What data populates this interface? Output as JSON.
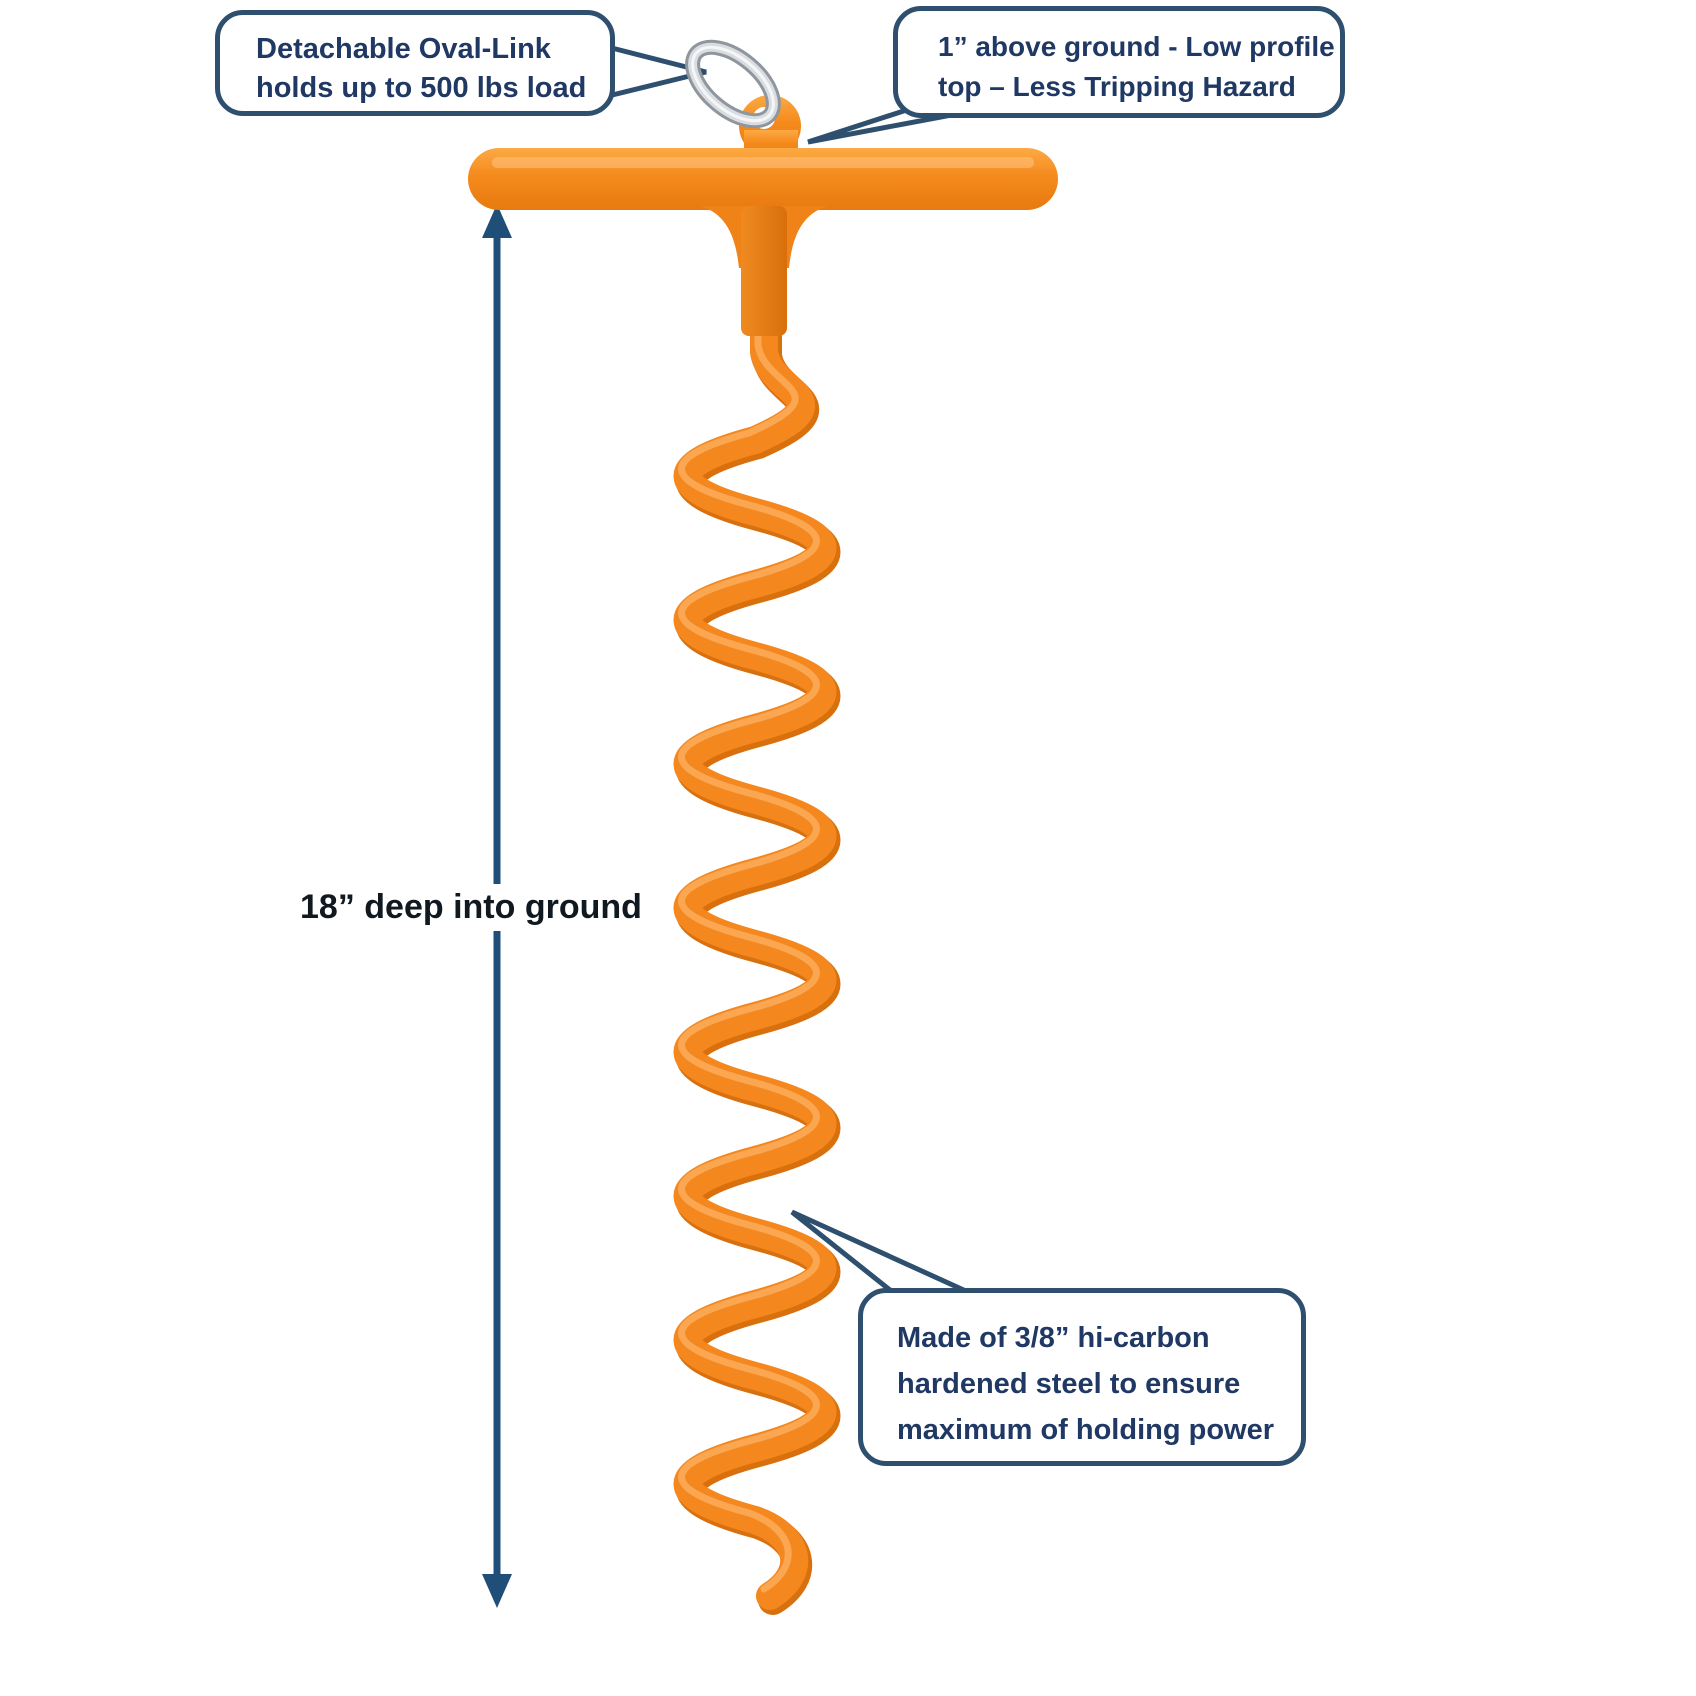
{
  "callouts": {
    "oval_link": {
      "lines": [
        "Detachable Oval-Link",
        "holds up to 500 lbs load"
      ]
    },
    "low_profile": {
      "lines": [
        "1” above ground - Low profile",
        "top – Less Tripping Hazard"
      ]
    },
    "material": {
      "lines": [
        "Made of 3/8” hi-carbon",
        "hardened steel to ensure",
        "maximum of holding power"
      ]
    }
  },
  "depth_label": "18” deep into ground",
  "colors": {
    "anchor_orange": "#F5871F",
    "callout_border": "#2E506E",
    "text_navy": "#1F3864",
    "arrow_blue": "#1F4E79",
    "link_silver": "#C4C9CE",
    "depth_color": "#101820"
  }
}
